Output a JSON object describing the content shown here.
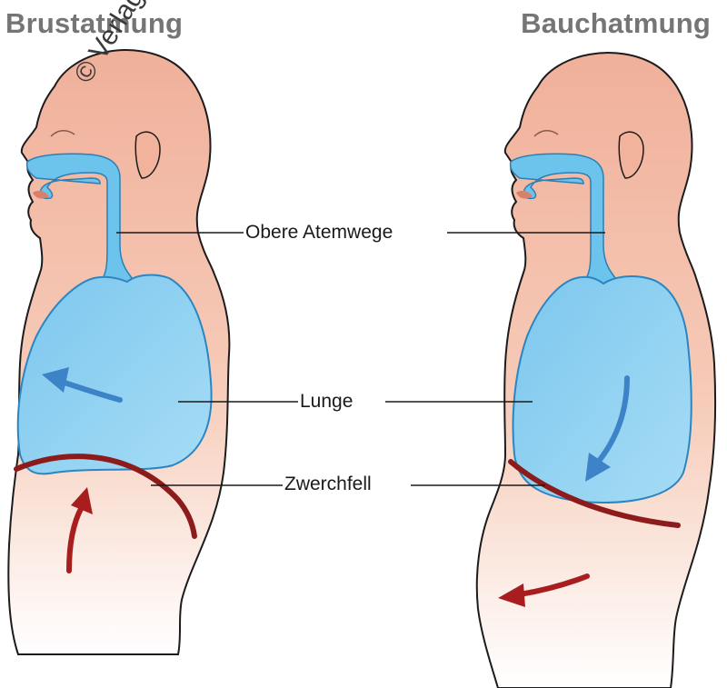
{
  "titles": {
    "left": "Brustatmung",
    "right": "Bauchatmung"
  },
  "labels": {
    "upper_airways": "Obere Atemwege",
    "lung": "Lunge",
    "diaphragm": "Zwerchfell"
  },
  "watermark": "© Verlag",
  "colors": {
    "skin": "#f3b9a2",
    "skin_fade": "#ffffff",
    "outline": "#1c1c1c",
    "airway": "#6cc4ec",
    "lung": "#8fd0f2",
    "arrow_blue": "#3d83c8",
    "diaphragm": "#8c1c1c",
    "arrow_red": "#a81e1e",
    "title_gray": "#757575"
  }
}
